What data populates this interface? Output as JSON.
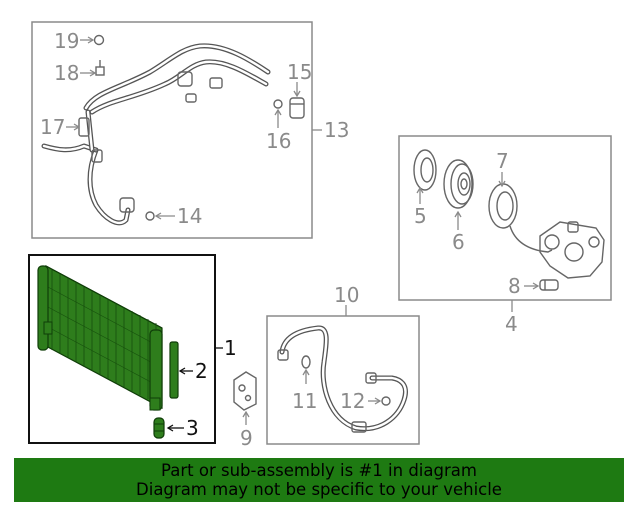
{
  "callouts": {
    "c1": "1",
    "c2": "2",
    "c3": "3",
    "c4": "4",
    "c5": "5",
    "c6": "6",
    "c7": "7",
    "c8": "8",
    "c9": "9",
    "c10": "10",
    "c11": "11",
    "c12": "12",
    "c13": "13",
    "c14": "14",
    "c15": "15",
    "c16": "16",
    "c17": "17",
    "c18": "18",
    "c19": "19"
  },
  "highlight": {
    "part_number": "1",
    "fill_color": "#2e7d1c",
    "border_color": "#111111"
  },
  "banner": {
    "line1": "Part or sub-assembly is #1 in diagram",
    "line2": "Diagram may not be specific to your vehicle",
    "background": "#1e7a12"
  }
}
